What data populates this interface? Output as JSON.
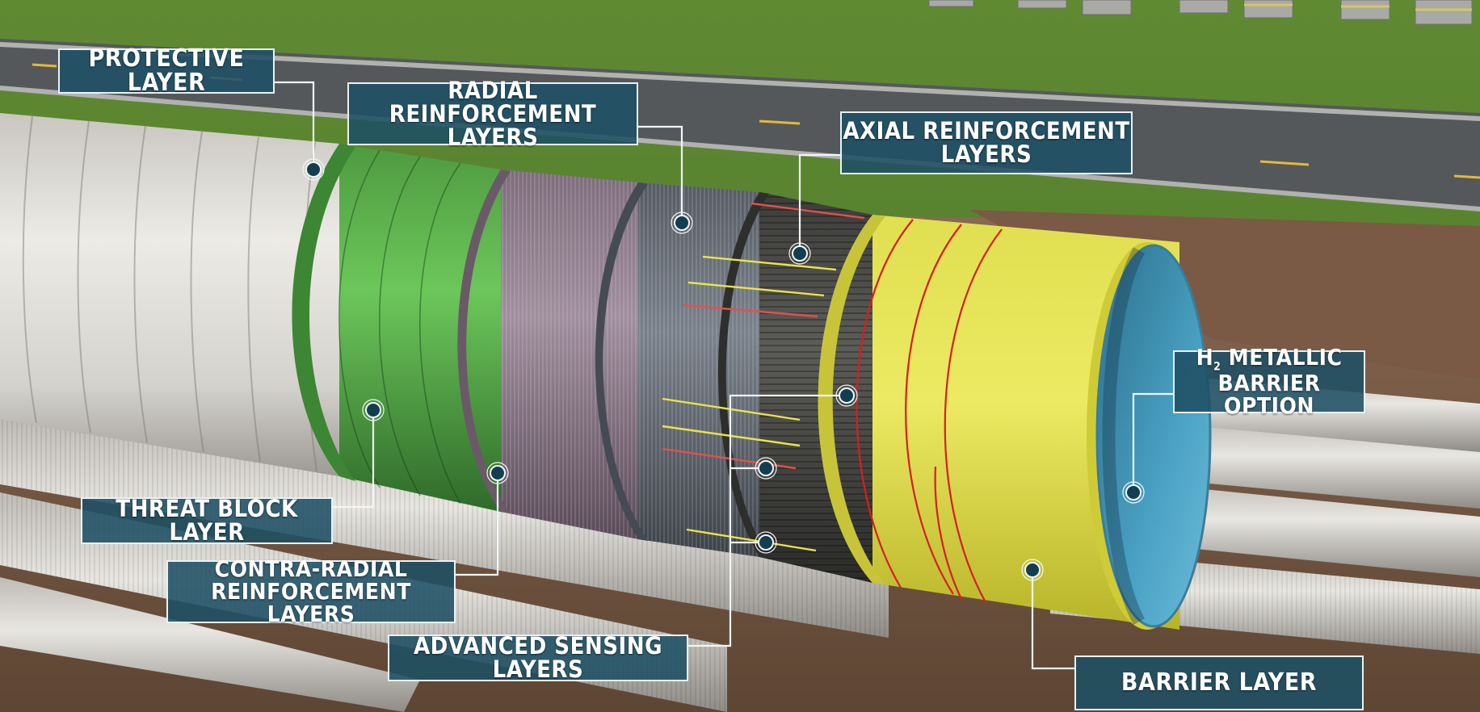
{
  "labels": {
    "protective": "PROTECTIVE LAYER",
    "radial": [
      "RADIAL REINFORCEMENT",
      "LAYERS"
    ],
    "axial": [
      "AXIAL REINFORCEMENT",
      "LAYERS"
    ],
    "h2_line1_prefix": "H",
    "h2_subscript": "2",
    "h2_line1_suffix": " METALLIC",
    "h2_line2": "BARRIER OPTION",
    "threat": "THREAT BLOCK LAYER",
    "contra": [
      "CONTRA-RADIAL",
      "REINFORCEMENT LAYERS"
    ],
    "sensing": "ADVANCED SENSING LAYERS",
    "barrier": "BARRIER LAYER"
  },
  "colors": {
    "label_bg": "#1e5064",
    "label_border": "#e9f2f4",
    "protective_layer": "#e4e2dc",
    "threat_block": "#5bb04c",
    "contra_radial": "#8c7a8a",
    "radial": "#5f6670",
    "axial": "#4a4a48",
    "barrier": "#d9d63a",
    "metallic_barrier": "#4aa0c0"
  }
}
